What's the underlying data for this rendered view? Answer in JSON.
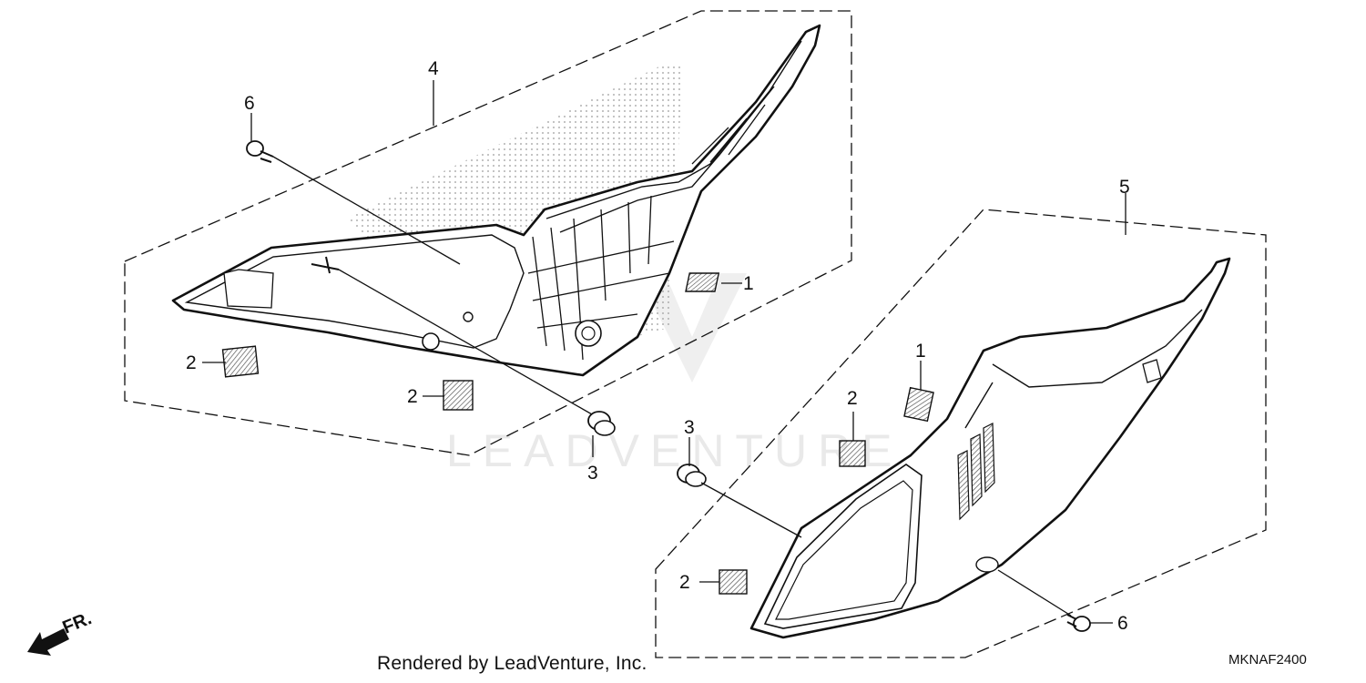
{
  "callouts": {
    "c1a": "1",
    "c1b": "1",
    "c2a": "2",
    "c2b": "2",
    "c2c": "2",
    "c2d": "2",
    "c3a": "3",
    "c3b": "3",
    "c4": "4",
    "c5": "5",
    "c6a": "6",
    "c6b": "6"
  },
  "watermark": "LEADVENTURE",
  "direction_label": "FR.",
  "footer": {
    "rendered_by": "Rendered by LeadVenture, Inc.",
    "diagram_code": "MKNAF2400"
  }
}
